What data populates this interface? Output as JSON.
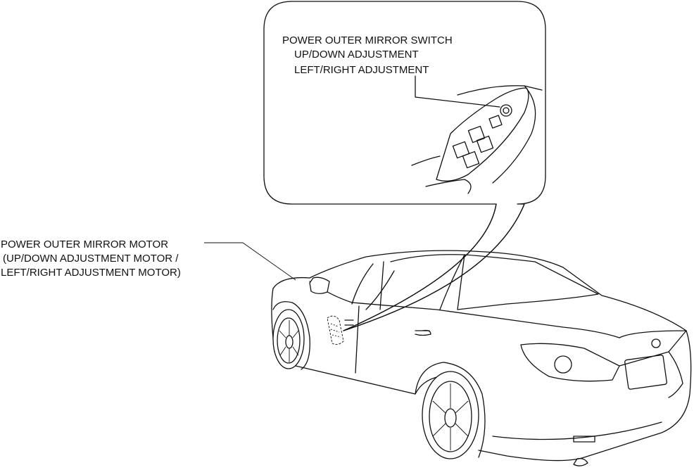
{
  "callout": {
    "title": "POWER OUTER MIRROR SWITCH",
    "line1": "UP/DOWN ADJUSTMENT",
    "line2": "LEFT/RIGHT ADJUSTMENT"
  },
  "motor_label": {
    "title": "POWER OUTER MIRROR MOTOR",
    "line1": "(UP/DOWN ADJUSTMENT MOTOR /",
    "line2": "LEFT/RIGHT ADJUSTMENT MOTOR)"
  }
}
